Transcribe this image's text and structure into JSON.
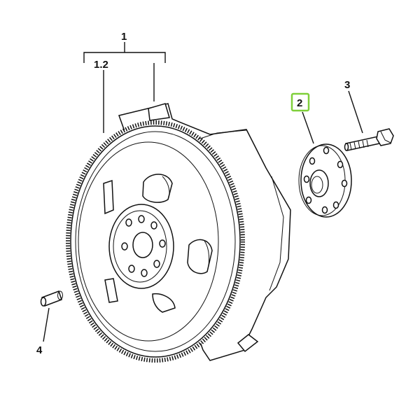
{
  "callouts": {
    "assembly": "1",
    "ring_gear": "1.2",
    "hub": "2",
    "bolt": "3",
    "dowel": "4"
  },
  "colors": {
    "line": "#111111",
    "background": "#ffffff",
    "highlight": "#7fcf3a"
  },
  "highlighted_callout": "hub"
}
